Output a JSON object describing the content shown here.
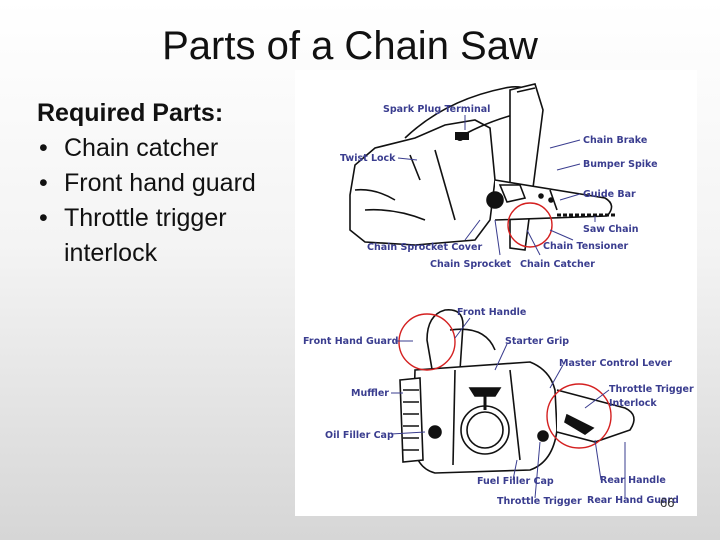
{
  "slide": {
    "title": "Parts of a Chain Saw",
    "page_number": "66"
  },
  "required": {
    "heading": "Required Parts:",
    "items": [
      "Chain catcher",
      "Front hand guard",
      "Throttle trigger interlock"
    ]
  },
  "diagram_top": {
    "labels": {
      "spark_plug_terminal": "Spark Plug Terminal",
      "chain_brake": "Chain Brake",
      "twist_lock": "Twist Lock",
      "bumper_spike": "Bumper Spike",
      "guide_bar": "Guide Bar",
      "saw_chain": "Saw Chain",
      "chain_tensioner": "Chain Tensioner",
      "chain_sprocket_cover": "Chain Sprocket Cover",
      "chain_sprocket": "Chain Sprocket",
      "chain_catcher": "Chain Catcher"
    }
  },
  "diagram_bottom": {
    "labels": {
      "front_handle": "Front Handle",
      "front_hand_guard": "Front Hand Guard",
      "starter_grip": "Starter Grip",
      "master_control_lever": "Master Control Lever",
      "muffler": "Muffler",
      "throttle_trigger_interlock_1": "Throttle Trigger",
      "throttle_trigger_interlock_2": "Interlock",
      "oil_filler_cap": "Oil Filler Cap",
      "rear_handle": "Rear Handle",
      "fuel_filler_cap": "Fuel Filler Cap",
      "throttle_trigger": "Throttle Trigger",
      "rear_hand_guard": "Rear Hand Guard"
    }
  },
  "colors": {
    "label": "#3a3d8f",
    "highlight_circle": "#d42020"
  }
}
